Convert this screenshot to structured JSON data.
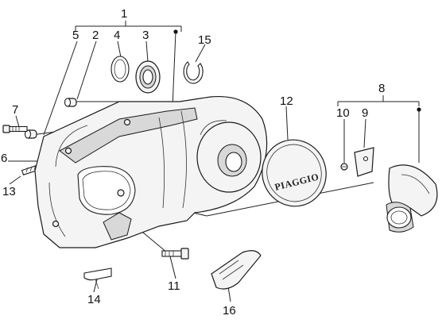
{
  "callouts": [
    "1",
    "2",
    "3",
    "4",
    "5",
    "6",
    "7",
    "8",
    "9",
    "10",
    "11",
    "12",
    "13",
    "14",
    "15",
    "16"
  ],
  "brand_text": "PIAGGIO"
}
